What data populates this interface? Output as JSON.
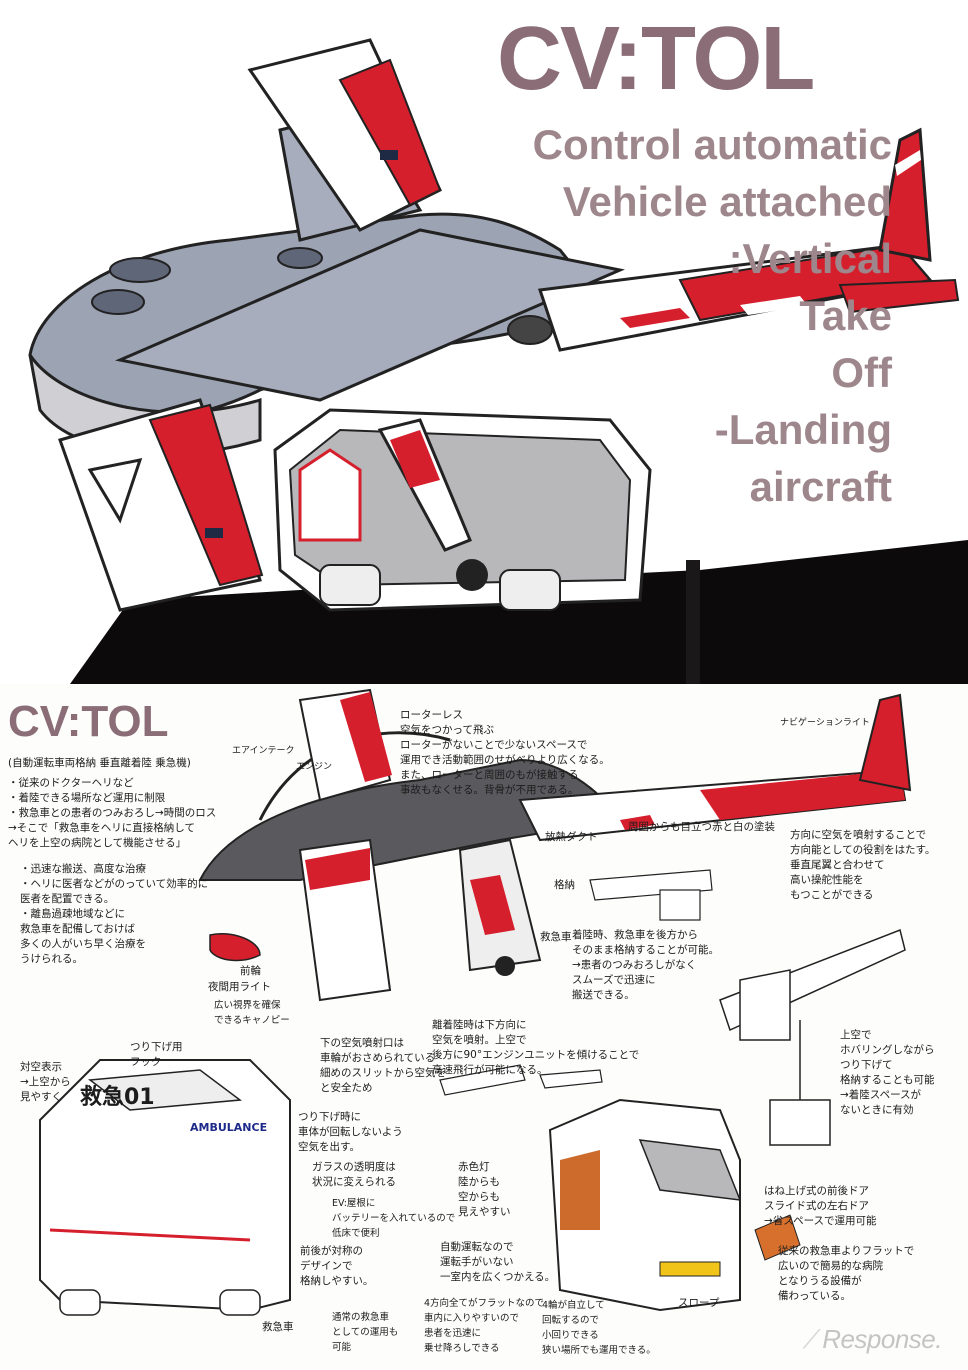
{
  "top": {
    "title": "CV:TOL",
    "subtitle_lines": [
      "Control automatic",
      "Vehicle attached",
      ":Vertical",
      "Take",
      "Off",
      "-Landing",
      "aircraft"
    ]
  },
  "bottom": {
    "title": "CV:TOL",
    "notes": {
      "subtitle": "(自動運転車両格納 垂直離着陸 乗急機)",
      "left_block": [
        "・従来のドクターヘリなど",
        "・着陸できる場所など運用に制限",
        "・救急車との患者のつみおろし→時間のロス",
        "→そこで「救急車をヘリに直接格納して",
        "ヘリを上空の病院として機能させる」"
      ],
      "left_block2": [
        "・迅速な搬送、高度な治療",
        "・ヘリに医者などがのっていて効率的に",
        "医者を配置できる。",
        "・離島過疎地域などに",
        "救急車を配備しておけば",
        "多くの人がいち早く治療を",
        "うけられる。"
      ],
      "rotorless": [
        "ローターレス",
        "空気をつかって飛ぶ",
        "ローターがないことで少ないスペースで",
        "運用でき活動範囲のせがべりより広くなる。",
        "また、ローターと周囲のもが接触する",
        "事故もなくせる。背骨が不用である。"
      ],
      "navigation": "ナビゲーションライト",
      "heat_duct": "放熱ダクト",
      "paint": "周囲からも目立つ赤と白の塗装",
      "thrust": [
        "方向に空気を噴射することで",
        "方向能としての役割をはたす。",
        "垂直尾翼と合わせて",
        "高い操舵性能を",
        "もつことができる"
      ],
      "landing": [
        "着陸時、救急車を後方から",
        "そのまま格納することが可能。",
        "→患者のつみおろしがなく",
        "スムーズで迅速に",
        "搬送できる。"
      ],
      "hover": [
        "上空で",
        "ホバリングしながら",
        "つり下げて",
        "格納することも可能",
        "→着陸スペースが",
        "ないときに有効"
      ],
      "takeoff": [
        "離着陸時は下方向に",
        "空気を噴射。上空で",
        "後方に90°エンジンユニットを傾けることで",
        "高速飛行が可能になる。"
      ],
      "air_jet": [
        "下の空気噴射口は",
        "車輪がおさめられている",
        "細めのスリットから空気を",
        "と安全ため"
      ],
      "ambulance_top": [
        "対空表示",
        "→上空から",
        "見やすく"
      ],
      "hook": [
        "つり下げ用",
        "フック"
      ],
      "hang": [
        "つり下げ時に",
        "車体が回転しないよう",
        "空気を出す。"
      ],
      "glass": [
        "ガラスの透明度は",
        "状況に変えられる"
      ],
      "ev": [
        "EV:屋根に",
        "バッテリーを入れているので",
        "低床で便利"
      ],
      "lamp": [
        "赤色灯",
        "陸からも",
        "空からも",
        "見えやすい"
      ],
      "front": [
        "前後が対称の",
        "デザインで",
        "格納しやすい。"
      ],
      "auto": [
        "自動運転なので",
        "運転手がいない",
        "一室内を広くつかえる。"
      ],
      "rotate": [
        "4方向全てがフラットなので",
        "車内に入りやすいので",
        "患者を迅速に",
        "乗せ降ろしできる"
      ],
      "wheels": [
        "4輪が自立して",
        "回転するので",
        "小回りできる",
        "狭い場所でも運用できる。"
      ],
      "door": [
        "はね上げ式の前後ドア",
        "スライド式の左右ドア",
        "→省スペースで運用可能"
      ],
      "stretcher": [
        "従来の救急車よりフラットで",
        "広いので簡易的な病院",
        "となりうる設備が",
        "備わっている。"
      ],
      "ambulance_label": "救急車",
      "ambulance_small": [
        "通常の救急車",
        "としての運用も",
        "可能"
      ],
      "slope": "スロープ",
      "night": "夜間用ライト",
      "stow": "格納",
      "rescue_v": "救急車",
      "front_wheel": "前輪",
      "wide_view": [
        "広い視界を確保",
        "できるキャノピー"
      ],
      "engine": "エンジン",
      "air_intake": "エアインテーク",
      "vehicle_text": "救急01",
      "ambulance_side": "AMBULANCE"
    }
  },
  "watermark": "Response."
}
